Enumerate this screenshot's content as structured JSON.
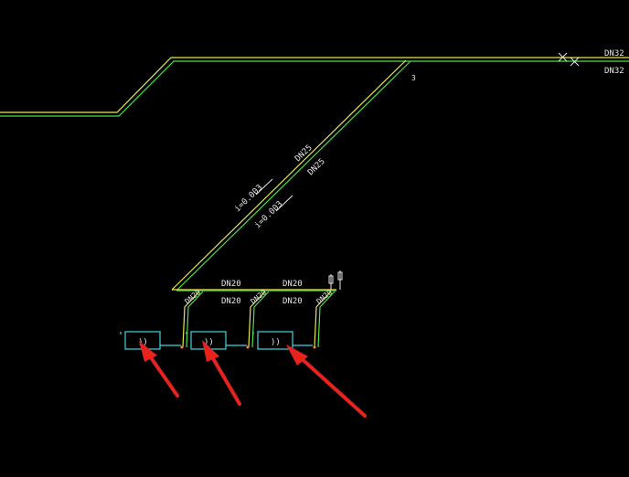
{
  "drawing": {
    "main_labels": {
      "top": "DN32",
      "bottom": "DN32"
    },
    "node_number": "3",
    "riser_labels": {
      "upper": "DN25",
      "lower": "DN25"
    },
    "slope_labels": {
      "upper": "i=0.003",
      "lower": "i=0.003"
    },
    "branch_labels": [
      {
        "top": "DN20",
        "bottom": "DN20"
      },
      {
        "top": "DN20",
        "bottom": "DN20"
      }
    ],
    "drop_labels": [
      "DN20",
      "DN20",
      "DN20"
    ],
    "radiators": [
      {
        "symbol": "))"
      },
      {
        "symbol": "))"
      },
      {
        "symbol": "))"
      }
    ],
    "colors": {
      "background": "#000000",
      "supply_pipe": "#e8e84a",
      "return_pipe": "#4ae04a",
      "radiator": "#3fd6e0",
      "annotation": "#e8e8e8",
      "arrow": "#e8231e",
      "fitting": "#ff8c1a"
    }
  }
}
